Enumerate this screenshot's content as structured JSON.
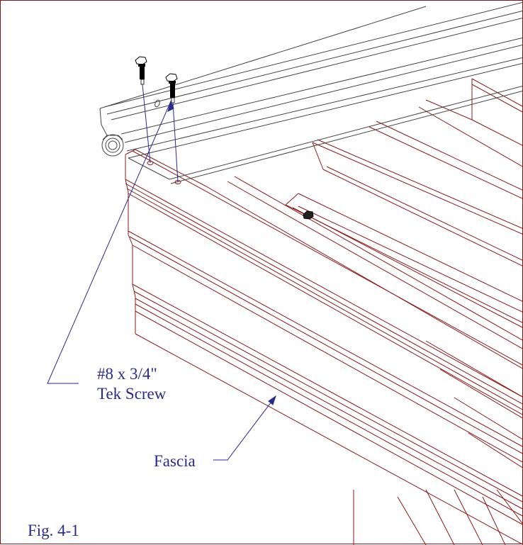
{
  "labels": {
    "screw_line1": "#8 x 3/4\"",
    "screw_line2": "Tek Screw",
    "fascia": "Fascia",
    "figure": "Fig. 4-1"
  },
  "colors": {
    "linework": "#8b1a1a",
    "rail": "#444444",
    "callout": "#2a2a8a"
  }
}
